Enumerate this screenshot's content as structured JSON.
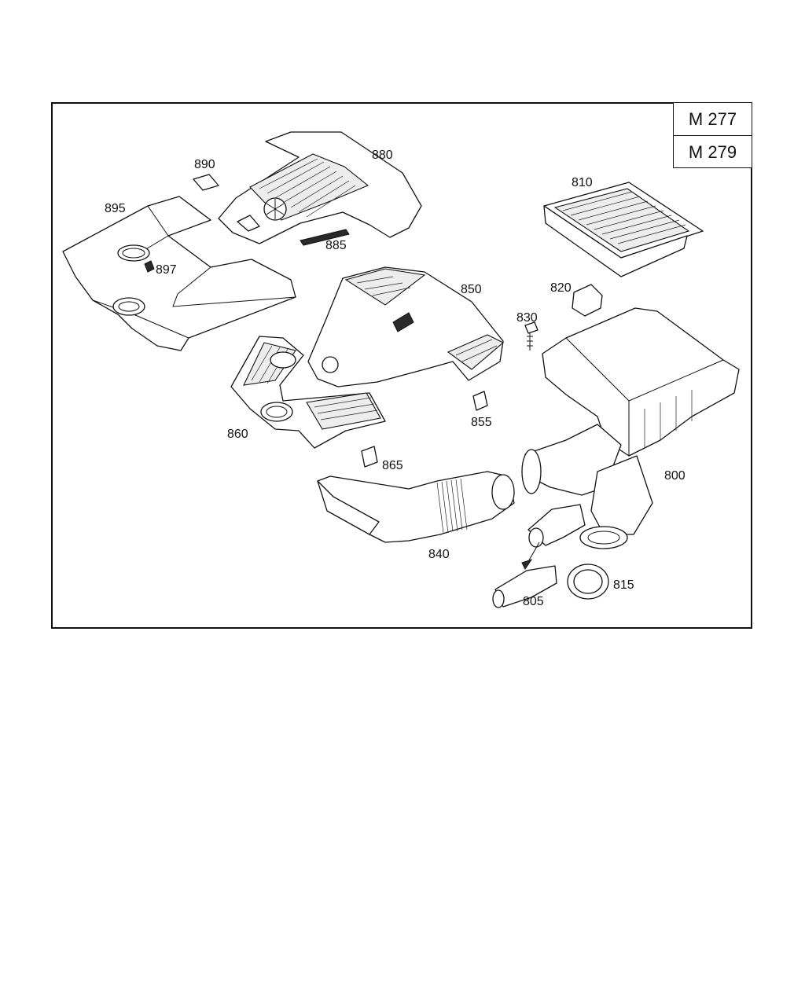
{
  "model_labels": [
    "M 277",
    "M 279"
  ],
  "parts": {
    "p895": "895",
    "p890": "890",
    "p880": "880",
    "p885": "885",
    "p897": "897",
    "p810": "810",
    "p850": "850",
    "p820": "820",
    "p830": "830",
    "p860": "860",
    "p855": "855",
    "p865": "865",
    "p800": "800",
    "p840": "840",
    "p815": "815",
    "p805": "805"
  }
}
